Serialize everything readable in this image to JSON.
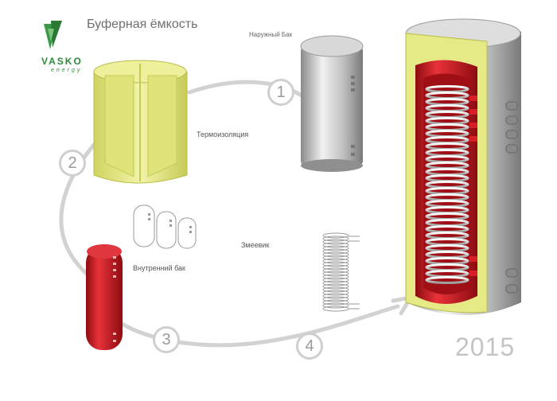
{
  "title": "Буферная ёмкость",
  "logo": {
    "name": "VASKO",
    "sub": "energy"
  },
  "labels": {
    "outer_tank": "Наружный Бак",
    "insulation": "Термоизоляция",
    "inner_tank": "Внутренний бак",
    "coil": "Змеевик"
  },
  "steps": [
    "1",
    "2",
    "3",
    "4"
  ],
  "year": "2015",
  "colors": {
    "green": "#2c8a3a",
    "red": "#c8141c",
    "insulation": "#e6ea86",
    "steel": "#b9b9b9",
    "path": "#cfcfcf"
  }
}
